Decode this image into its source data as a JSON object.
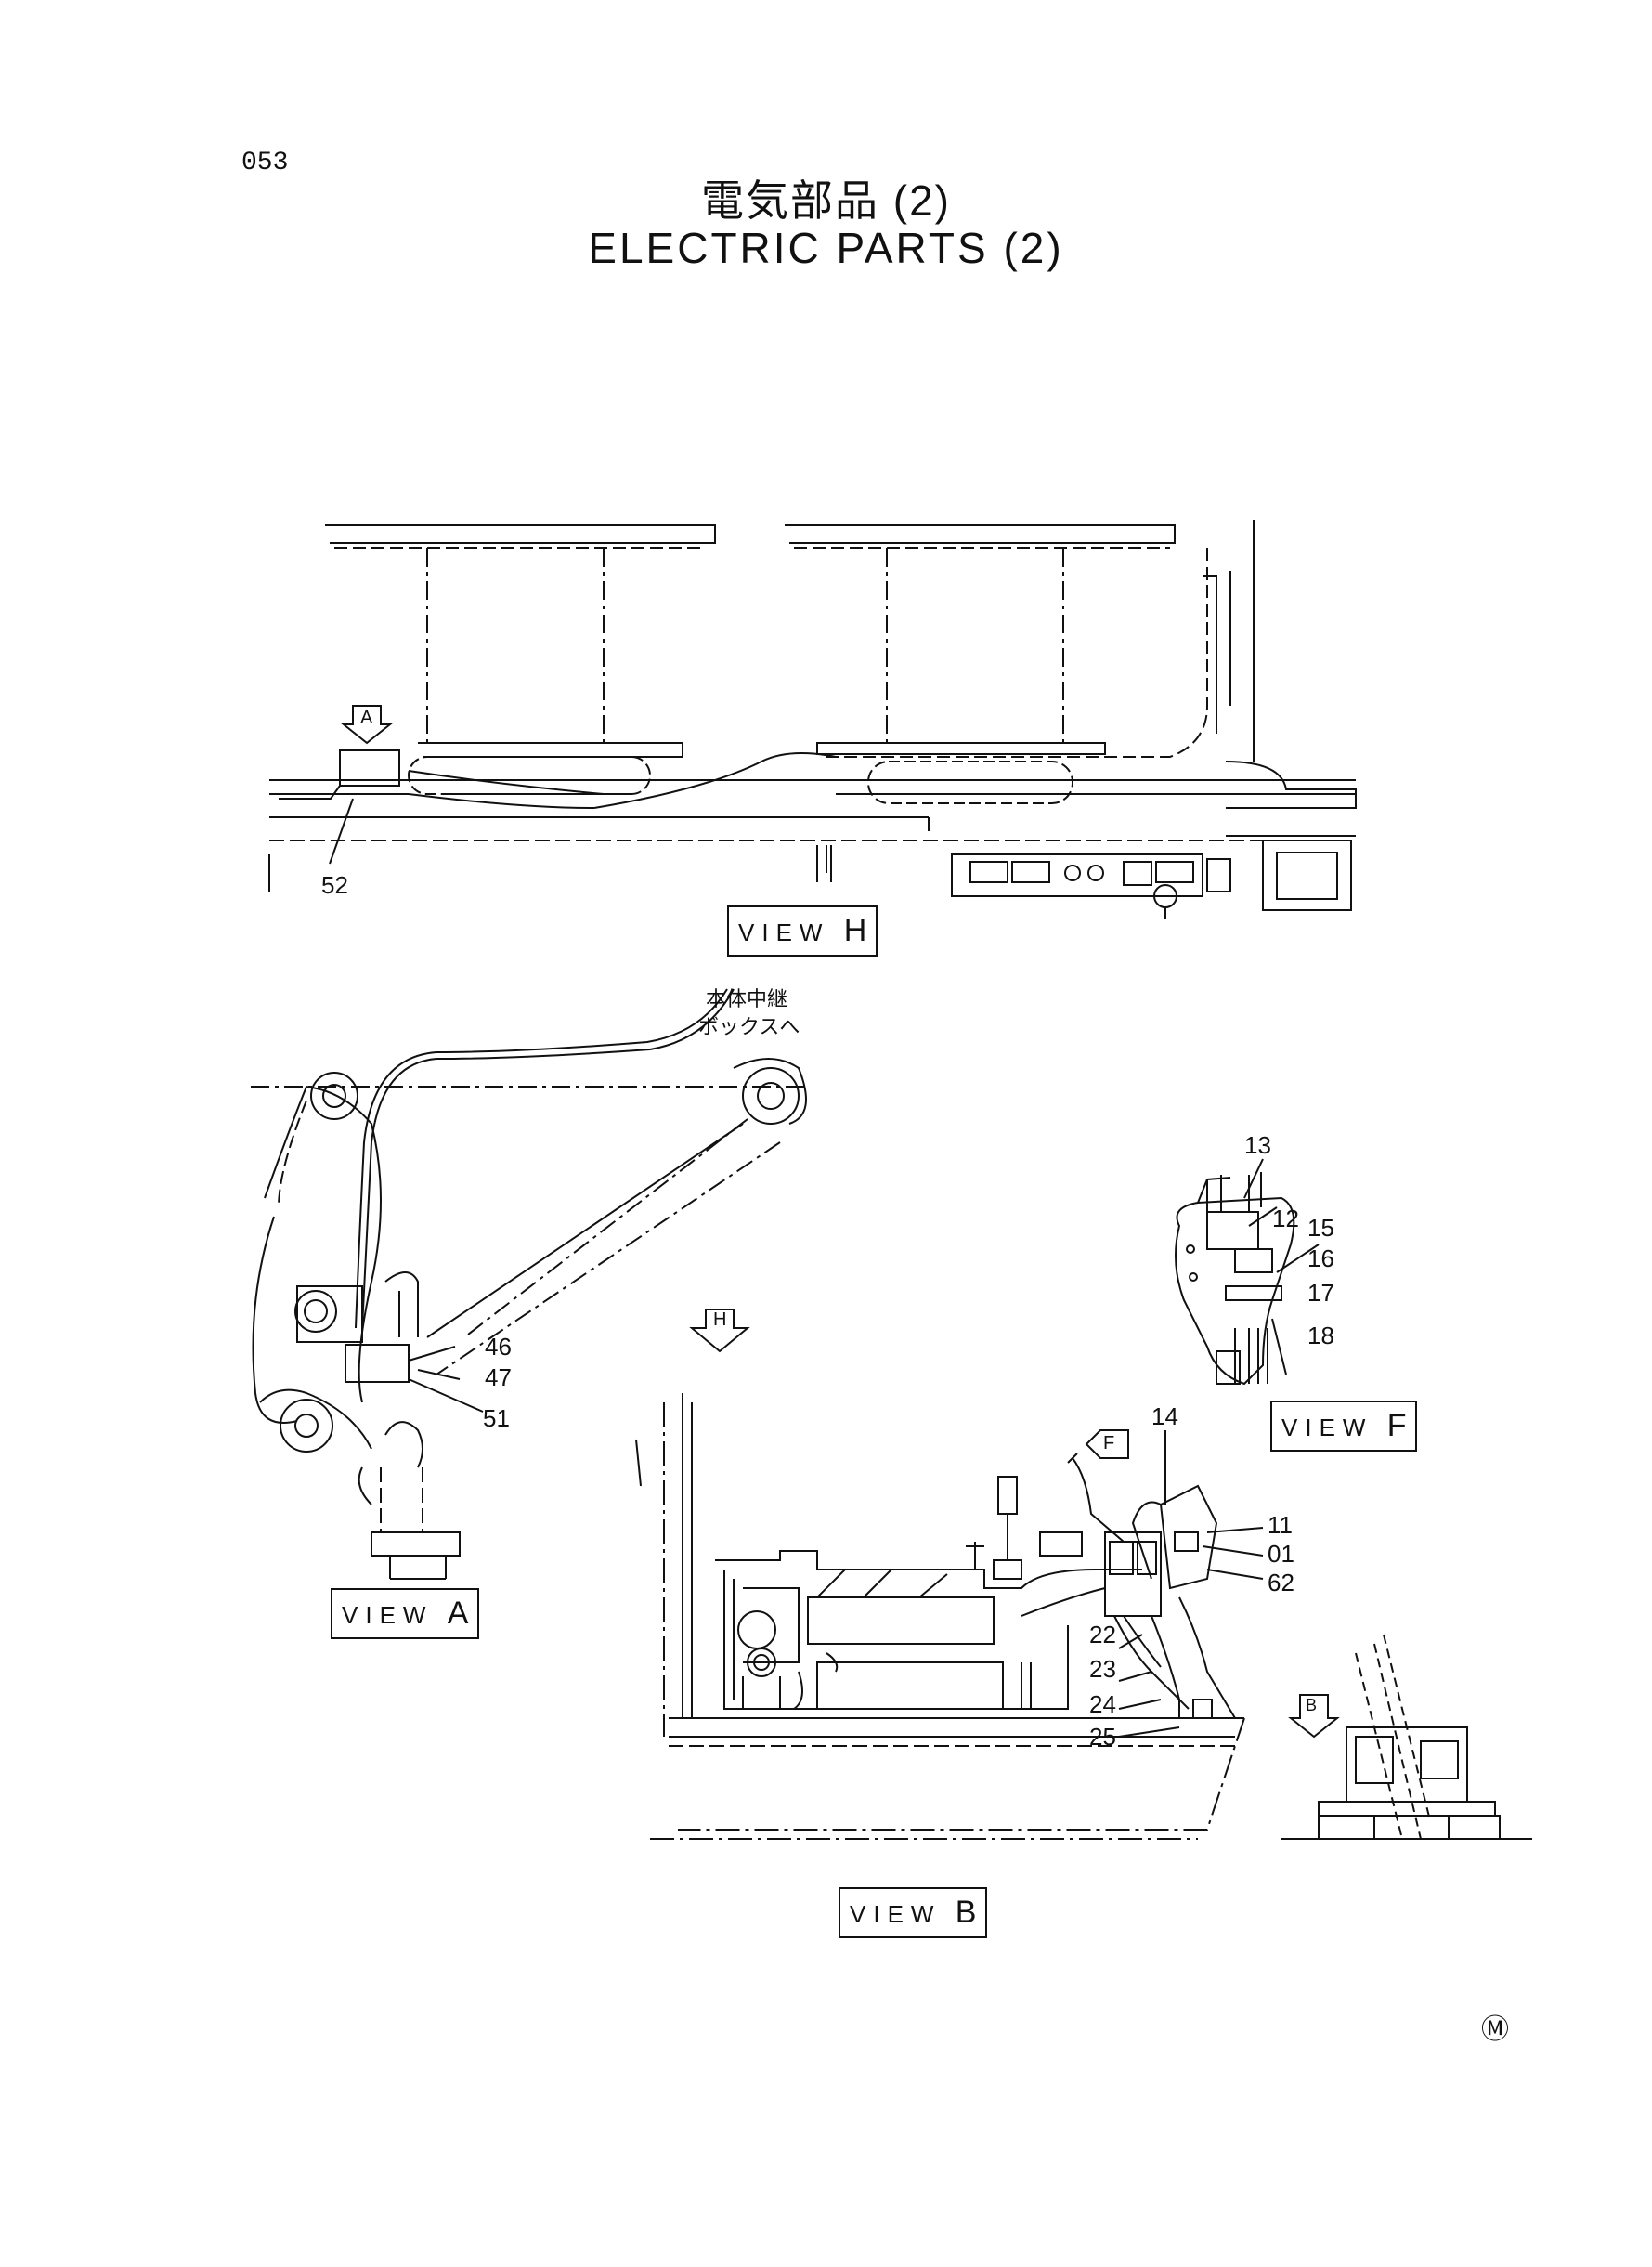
{
  "page": {
    "number": "053",
    "title_jp": "電気部品 (2)",
    "title_en": "ELECTRIC PARTS (2)",
    "mark": "Ⓜ"
  },
  "views": {
    "h": {
      "prefix": "VIEW",
      "letter": "H"
    },
    "a": {
      "prefix": "VIEW",
      "letter": "A"
    },
    "f": {
      "prefix": "VIEW",
      "letter": "F"
    },
    "b": {
      "prefix": "VIEW",
      "letter": "B"
    }
  },
  "arrows": [
    "A",
    "H",
    "F",
    "B"
  ],
  "note_jp": [
    "本体中継",
    "ボックスへ"
  ],
  "callouts": {
    "view_h": [
      "52"
    ],
    "view_a": [
      "46",
      "47",
      "51"
    ],
    "view_f": [
      "13",
      "12",
      "15",
      "16",
      "17",
      "18"
    ],
    "view_b_right": [
      "14",
      "11",
      "01",
      "62"
    ],
    "view_b_bottom": [
      "22",
      "23",
      "24",
      "25"
    ]
  }
}
